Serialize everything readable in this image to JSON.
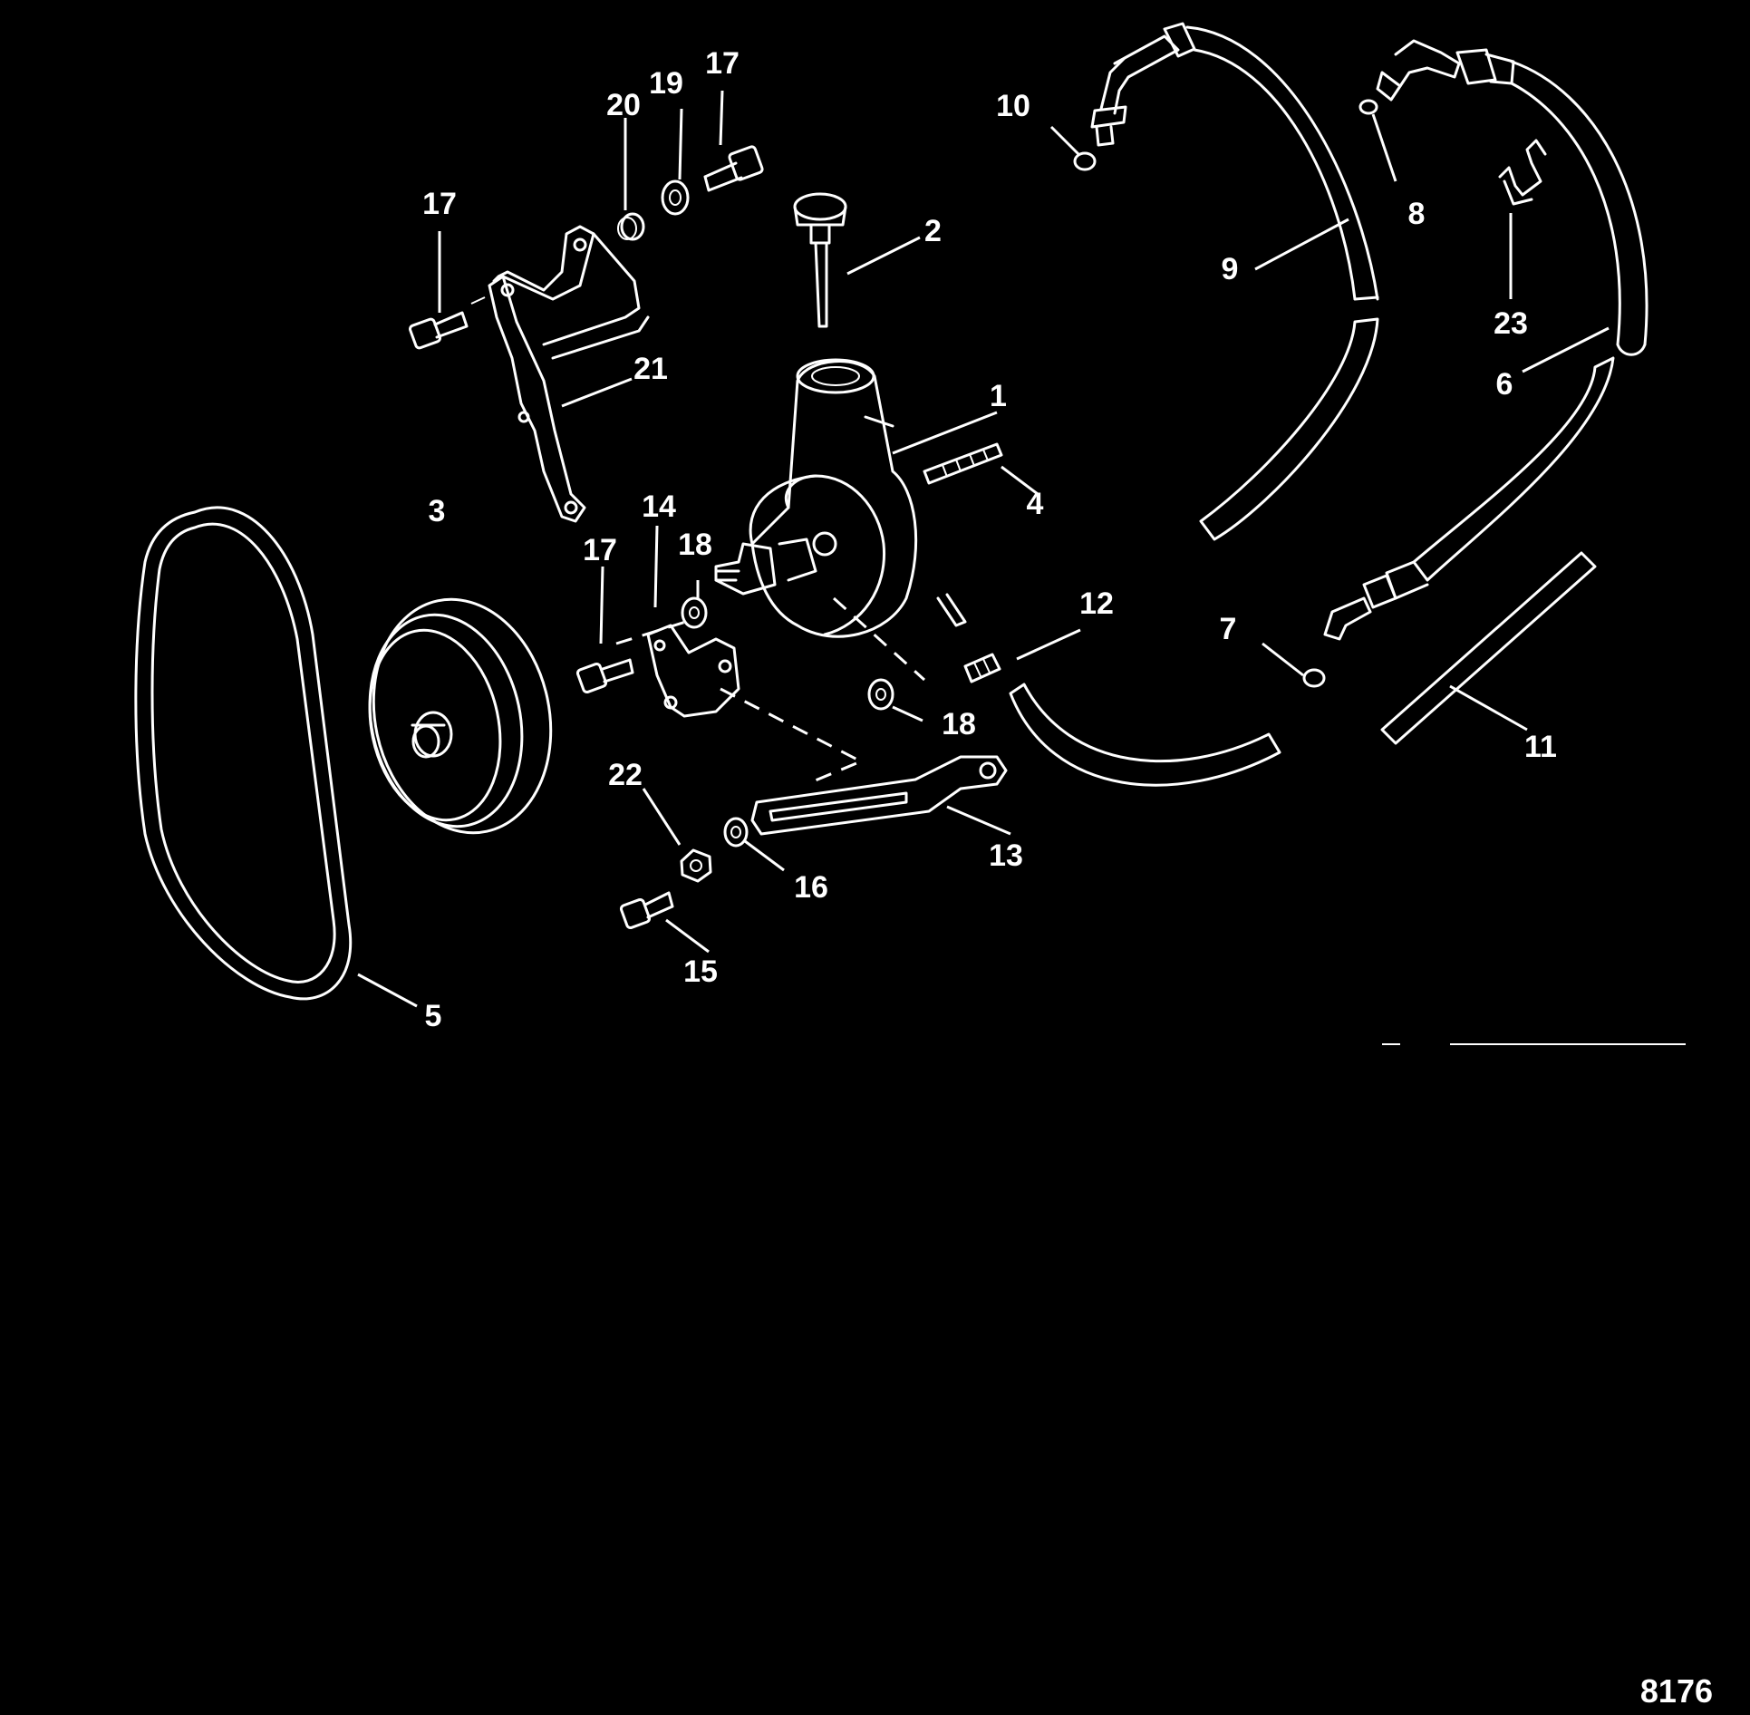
{
  "figure_number": "8176",
  "callouts": [
    {
      "id": "c1",
      "label": "1"
    },
    {
      "id": "c2",
      "label": "2"
    },
    {
      "id": "c3",
      "label": "3"
    },
    {
      "id": "c4",
      "label": "4"
    },
    {
      "id": "c5",
      "label": "5"
    },
    {
      "id": "c6",
      "label": "6"
    },
    {
      "id": "c7",
      "label": "7"
    },
    {
      "id": "c8",
      "label": "8"
    },
    {
      "id": "c9",
      "label": "9"
    },
    {
      "id": "c10",
      "label": "10"
    },
    {
      "id": "c11",
      "label": "11"
    },
    {
      "id": "c12",
      "label": "12"
    },
    {
      "id": "c13",
      "label": "13"
    },
    {
      "id": "c14",
      "label": "14"
    },
    {
      "id": "c15",
      "label": "15"
    },
    {
      "id": "c16",
      "label": "16"
    },
    {
      "id": "c17a",
      "label": "17"
    },
    {
      "id": "c17b",
      "label": "17"
    },
    {
      "id": "c17c",
      "label": "17"
    },
    {
      "id": "c18a",
      "label": "18"
    },
    {
      "id": "c18b",
      "label": "18"
    },
    {
      "id": "c19",
      "label": "19"
    },
    {
      "id": "c20",
      "label": "20"
    },
    {
      "id": "c21",
      "label": "21"
    },
    {
      "id": "c22",
      "label": "22"
    },
    {
      "id": "c23",
      "label": "23"
    }
  ]
}
